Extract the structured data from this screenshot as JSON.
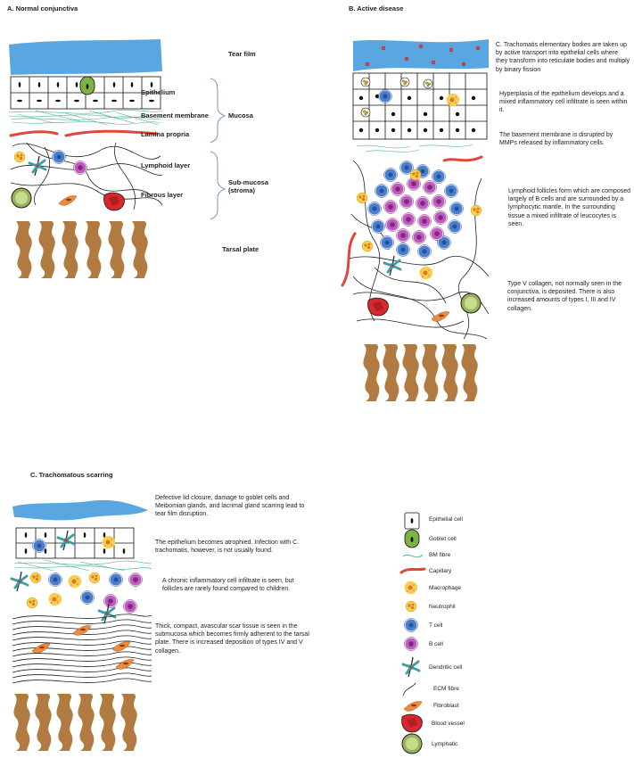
{
  "panels": {
    "a_title": "A. Normal conjunctiva",
    "b_title": "B. Active disease",
    "c_title": "C. Trachomatous scarring"
  },
  "panel_a": {
    "tear_film": "Tear film",
    "epithelium": "Epithelium",
    "basement_membrane": "Basement membrane",
    "lamina_propria": "Lamina propria",
    "mucosa": "Mucosa",
    "lymphoid_layer": "Lymphoid layer",
    "fibrous_layer": "Fibrous layer",
    "sub_mucosa": "Sub-mucosa",
    "stroma": "(stroma)",
    "tarsal_plate": "Tarsal plate"
  },
  "panel_b": {
    "text1": "C. Trachomatis  elementary bodies are taken up by active transport into epithelial cells where they transform into reticulate bodies and multiply by binary fission",
    "text2": "Hyperplasia of the epithelium develops and a mixed inflammatory cell infiltrate is seen within it.",
    "text3": "The basement membrane is disrupted by MMPs released by inflammatory cells.",
    "text4": "Lymphoid follicles form which are composed largely of B cells and are surrounded by a lymphocytic mantle. In the surrounding tissue a mixed infiltrate of leucocytes is seen.",
    "text5": "Type V collagen, not normally seen in the conjunctiva, is deposited. There is also increased amounts of types I, III and IV collagen."
  },
  "panel_c": {
    "text1": "Defective lid closure, damage to goblet cells and Meibomian glands, and lacrimal gland scarring lead to tear film disruption.",
    "text2": "The epithelium becomes atrophied. Infection with C. trachomatis, however, is not usually found.",
    "text3": "A chronic inflammatory cell infiltrate is seen, but follicles are rarely found compared to children.",
    "text4": "Thick, compact, avascular scar tissue is seen in the submucosa which becomes firmly adherent to the tarsal plate. There is increased deposition of types IV and V collagen."
  },
  "legend": [
    {
      "label": "Epithelial cell",
      "icon": "epithelial-cell"
    },
    {
      "label": "Goblet cell",
      "icon": "goblet-cell"
    },
    {
      "label": "BM fibre",
      "icon": "bm-fibre"
    },
    {
      "label": "Capillary",
      "icon": "capillary"
    },
    {
      "label": "Macrophage",
      "icon": "macrophage"
    },
    {
      "label": "Neutrophil",
      "icon": "neutrophil"
    },
    {
      "label": "T cell",
      "icon": "t-cell"
    },
    {
      "label": "B cell",
      "icon": "b-cell"
    },
    {
      "label": "Dendritic cell",
      "icon": "dendritic-cell"
    },
    {
      "label": "ECM fibre",
      "icon": "ecm-fibre"
    },
    {
      "label": "Fibroblast",
      "icon": "fibroblast"
    },
    {
      "label": "Blood vessel",
      "icon": "blood-vessel"
    },
    {
      "label": "Lymphatic",
      "icon": "lymphatic"
    }
  ],
  "colors": {
    "tear": "#5aa6e0",
    "tcell": "#4a7fd0",
    "bcell": "#c05ac0",
    "macrophage": "#f6d04a",
    "capillary": "#e0463a",
    "fibroblast": "#f08a3a",
    "vessel": "#d9272e",
    "lymphatic": "#9ab35a",
    "goblet": "#7cb342",
    "bm": "#4fb38a",
    "tarsal": "#b07a40",
    "dendritic": "#3a9ea8"
  }
}
